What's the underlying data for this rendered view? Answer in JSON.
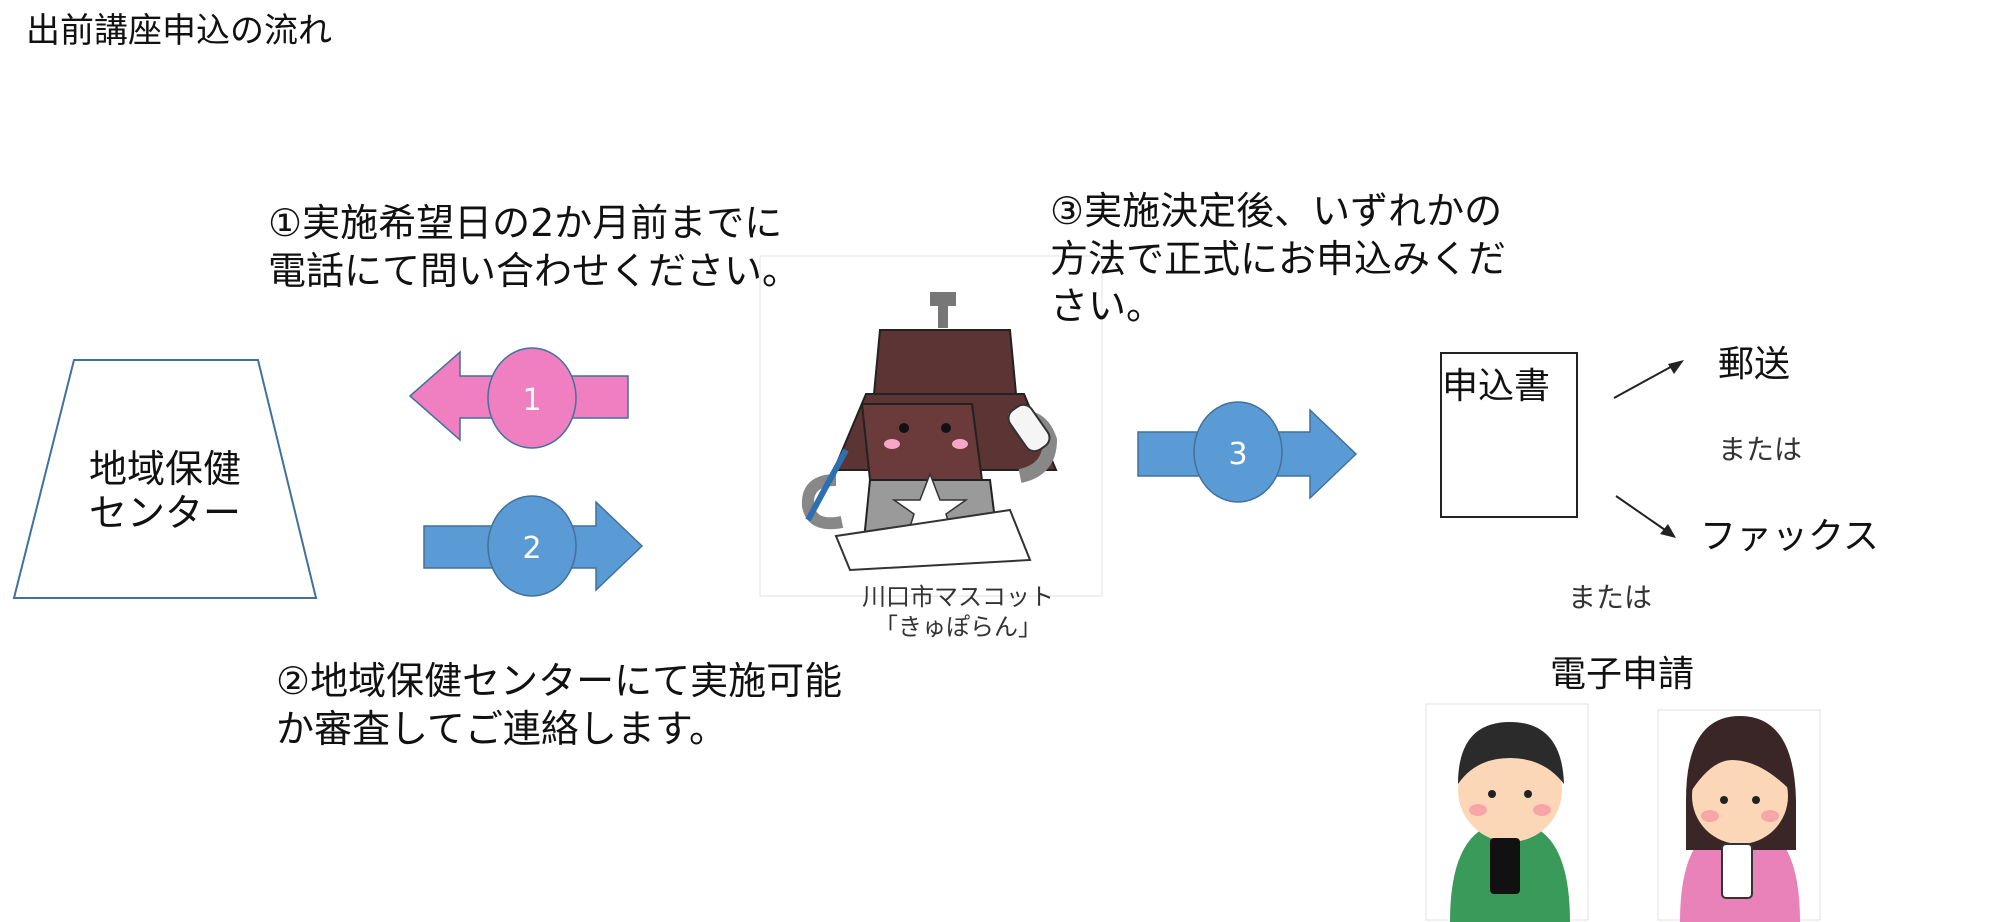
{
  "title": "出前講座申込の流れ",
  "steps": {
    "step1": "①実施希望日の2か月前までに\n電話にて問い合わせください。",
    "step2": "②地域保健センターにて実施可能\nか審査してご連絡します。",
    "step3": "③実施決定後、いずれかの\n方法で正式にお申込みくだ\nさい。"
  },
  "center_label": "地域保健\nセンター",
  "arrows": {
    "a1": "1",
    "a2": "2",
    "a3": "3"
  },
  "mascot_caption": "川口市マスコット\n「きゅぽらん」",
  "form_label": "申込書",
  "methods": {
    "mail": "郵送",
    "or1": "または",
    "fax": "ファックス",
    "or2": "または",
    "e_app": "電子申請"
  },
  "colors": {
    "pink": "#f07fc2",
    "blue": "#5b9bd5",
    "outline": "#41719c"
  }
}
